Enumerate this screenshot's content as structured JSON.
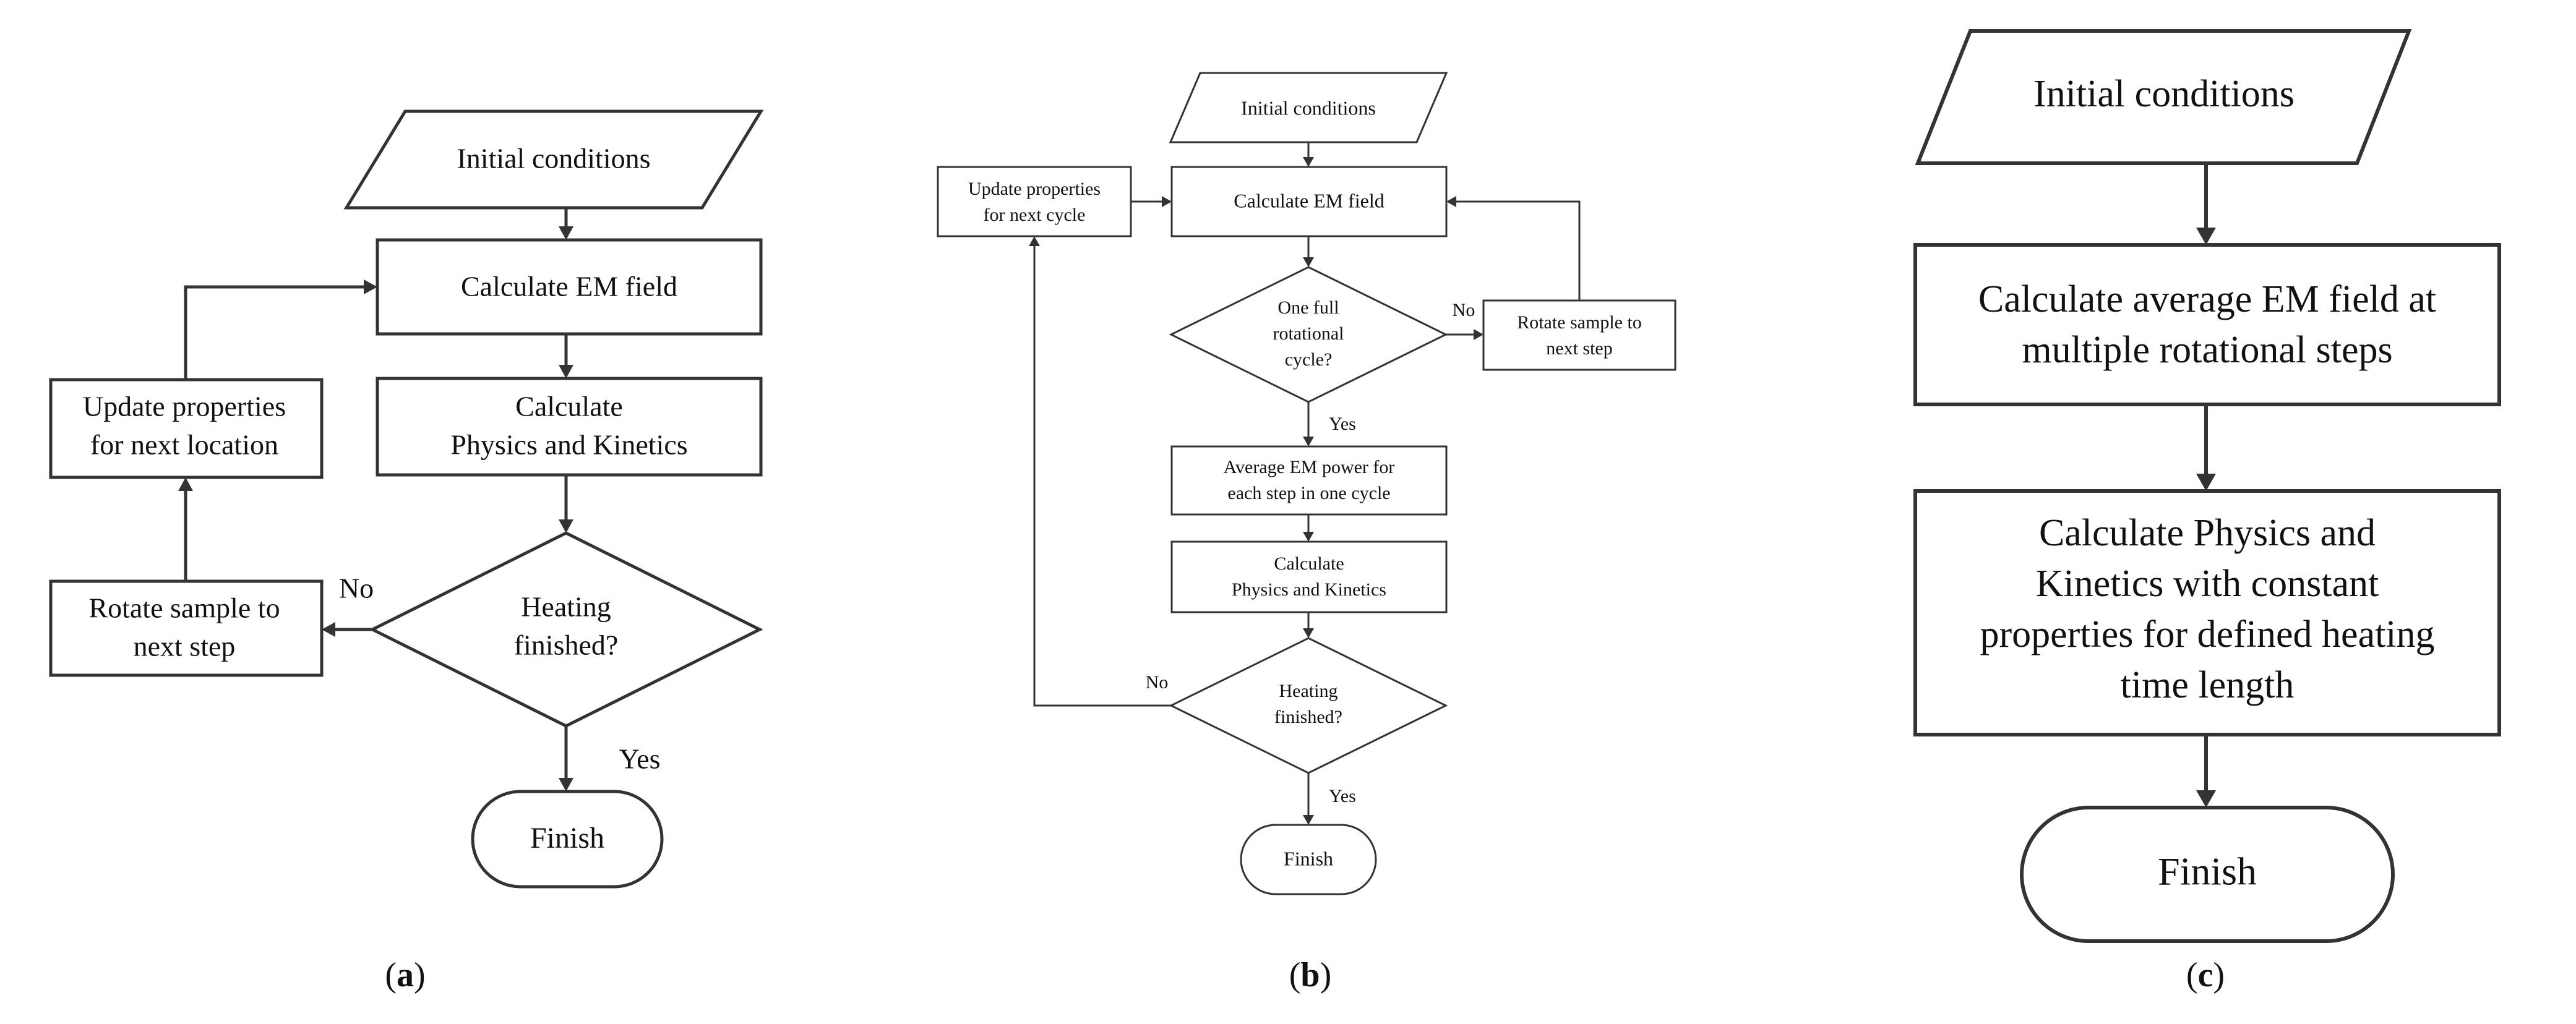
{
  "diagrams": {
    "a": {
      "caption": "a",
      "initial": "Initial conditions",
      "em_field": "Calculate EM field",
      "physics_line1": "Calculate",
      "physics_line2": "Physics and Kinetics",
      "decision_line1": "Heating",
      "decision_line2": "finished?",
      "rotate_line1": "Rotate sample to",
      "rotate_line2": "next step",
      "update_line1": "Update properties",
      "update_line2": "for next location",
      "no_label": "No",
      "yes_label": "Yes",
      "finish": "Finish"
    },
    "b": {
      "caption": "b",
      "initial": "Initial conditions",
      "em_field": "Calculate EM field",
      "update_line1": "Update properties",
      "update_line2": "for next cycle",
      "cycle_line1": "One full",
      "cycle_line2": "rotational",
      "cycle_line3": "cycle?",
      "rotate_line1": "Rotate sample to",
      "rotate_line2": "next step",
      "no_label_cycle": "No",
      "yes_label_cycle": "Yes",
      "average_line1": "Average EM power for",
      "average_line2": "each step in one cycle",
      "physics_line1": "Calculate",
      "physics_line2": "Physics and Kinetics",
      "decision_line1": "Heating",
      "decision_line2": "finished?",
      "no_label_heating": "No",
      "yes_label_heating": "Yes",
      "finish": "Finish"
    },
    "c": {
      "caption": "c",
      "initial": "Initial conditions",
      "average_line1": "Calculate average EM field at",
      "average_line2": "multiple rotational steps",
      "physics_line1": "Calculate Physics and",
      "physics_line2": "Kinetics with constant",
      "physics_line3": "properties for defined heating",
      "physics_line4": "time length",
      "finish": "Finish"
    }
  }
}
